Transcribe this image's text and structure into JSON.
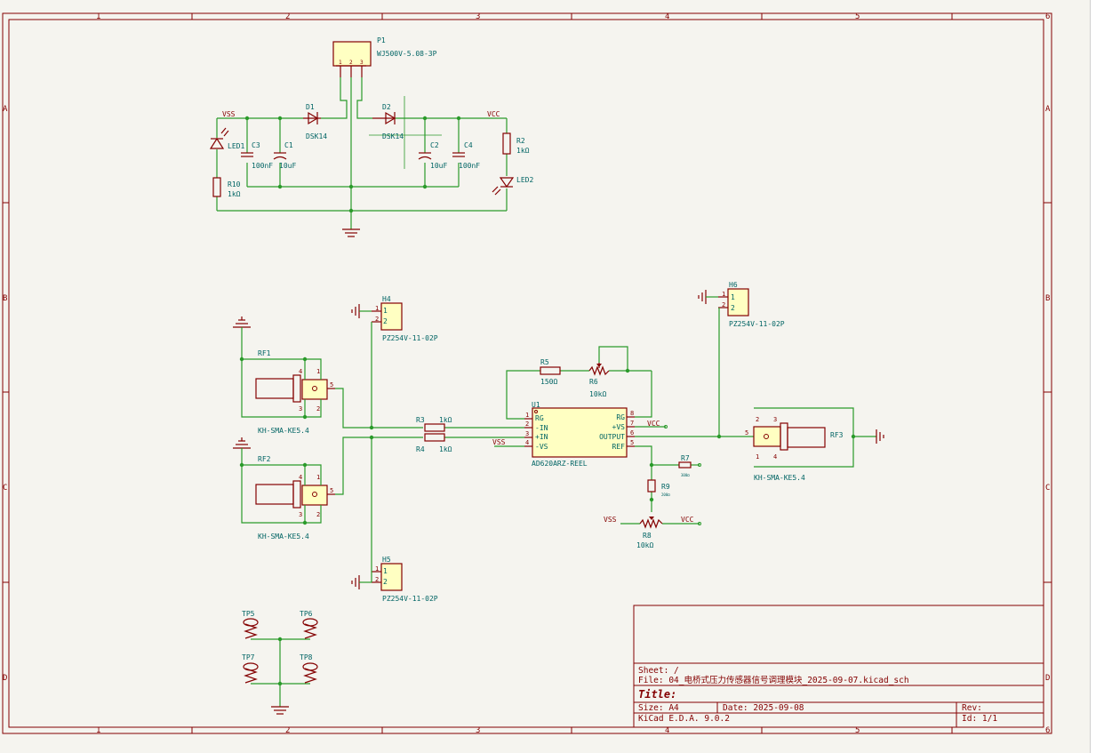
{
  "border": {
    "cols": [
      "1",
      "2",
      "3",
      "4",
      "5",
      "6"
    ],
    "rows": [
      "A",
      "B",
      "C",
      "D"
    ]
  },
  "power_section": {
    "p1": {
      "ref": "P1",
      "value": "WJ500V-5.08-3P",
      "pins": [
        "1",
        "2",
        "3"
      ]
    },
    "d1": {
      "ref": "D1",
      "value": "DSK14"
    },
    "d2": {
      "ref": "D2",
      "value": "DSK14"
    },
    "vss_label": "VSS",
    "vcc_label": "VCC",
    "led1": {
      "ref": "LED1"
    },
    "led2": {
      "ref": "LED2"
    },
    "c3": {
      "ref": "C3",
      "value": "100nF"
    },
    "c1": {
      "ref": "C1",
      "value": "10uF"
    },
    "c2": {
      "ref": "C2",
      "value": "10uF"
    },
    "c4": {
      "ref": "C4",
      "value": "100nF"
    },
    "r2": {
      "ref": "R2",
      "value": "1kΩ"
    },
    "r10": {
      "ref": "R10",
      "value": "1kΩ"
    }
  },
  "headers": {
    "h4": {
      "ref": "H4",
      "value": "PZ254V-11-02P",
      "pins": [
        "1",
        "2"
      ]
    },
    "h5": {
      "ref": "H5",
      "value": "PZ254V-11-02P",
      "pins": [
        "1",
        "2"
      ]
    },
    "h6": {
      "ref": "H6",
      "value": "PZ254V-11-02P",
      "pins": [
        "1",
        "2"
      ]
    }
  },
  "rf": {
    "rf1": {
      "ref": "RF1",
      "value": "KH-SMA-KE5.4",
      "pins": [
        "1",
        "2",
        "3",
        "4",
        "5"
      ]
    },
    "rf2": {
      "ref": "RF2",
      "value": "KH-SMA-KE5.4",
      "pins": [
        "1",
        "2",
        "3",
        "4",
        "5"
      ]
    },
    "rf3": {
      "ref": "RF3",
      "value": "KH-SMA-KE5.4",
      "pins": [
        "1",
        "2",
        "3",
        "4",
        "5"
      ]
    }
  },
  "amp": {
    "u1": {
      "ref": "U1",
      "value": "AD620ARZ-REEL"
    },
    "left_pins": [
      {
        "num": "1",
        "name": "RG"
      },
      {
        "num": "2",
        "name": "-IN"
      },
      {
        "num": "3",
        "name": "+IN"
      },
      {
        "num": "4",
        "name": "-VS"
      }
    ],
    "right_pins": [
      {
        "num": "8",
        "name": "RG"
      },
      {
        "num": "7",
        "name": "+VS"
      },
      {
        "num": "6",
        "name": "OUTPUT"
      },
      {
        "num": "5",
        "name": "REF"
      }
    ],
    "r3": {
      "ref": "R3",
      "value": "1kΩ"
    },
    "r4": {
      "ref": "R4",
      "value": "1kΩ"
    },
    "r5": {
      "ref": "R5",
      "value": "150Ω"
    },
    "r6": {
      "ref": "R6",
      "value": "10kΩ"
    },
    "r7": {
      "ref": "R7",
      "value": "300Ω"
    },
    "r9": {
      "ref": "R9",
      "value": "200Ω"
    },
    "r8": {
      "ref": "R8",
      "value": "10kΩ"
    },
    "vcc_label": "VCC",
    "vss_label": "VSS"
  },
  "testpoints": {
    "tp5": "TP5",
    "tp6": "TP6",
    "tp7": "TP7",
    "tp8": "TP8"
  },
  "title_block": {
    "sheet": "Sheet: /",
    "file": "File: 04_电桥式压力传感器信号调理模块_2025-09-07.kicad_sch",
    "title": "Title:",
    "size": "Size: A4",
    "date": "Date: 2025-09-08",
    "rev": "Rev:",
    "tool": "KiCad E.D.A. 9.0.2",
    "id": "Id: 1/1"
  }
}
